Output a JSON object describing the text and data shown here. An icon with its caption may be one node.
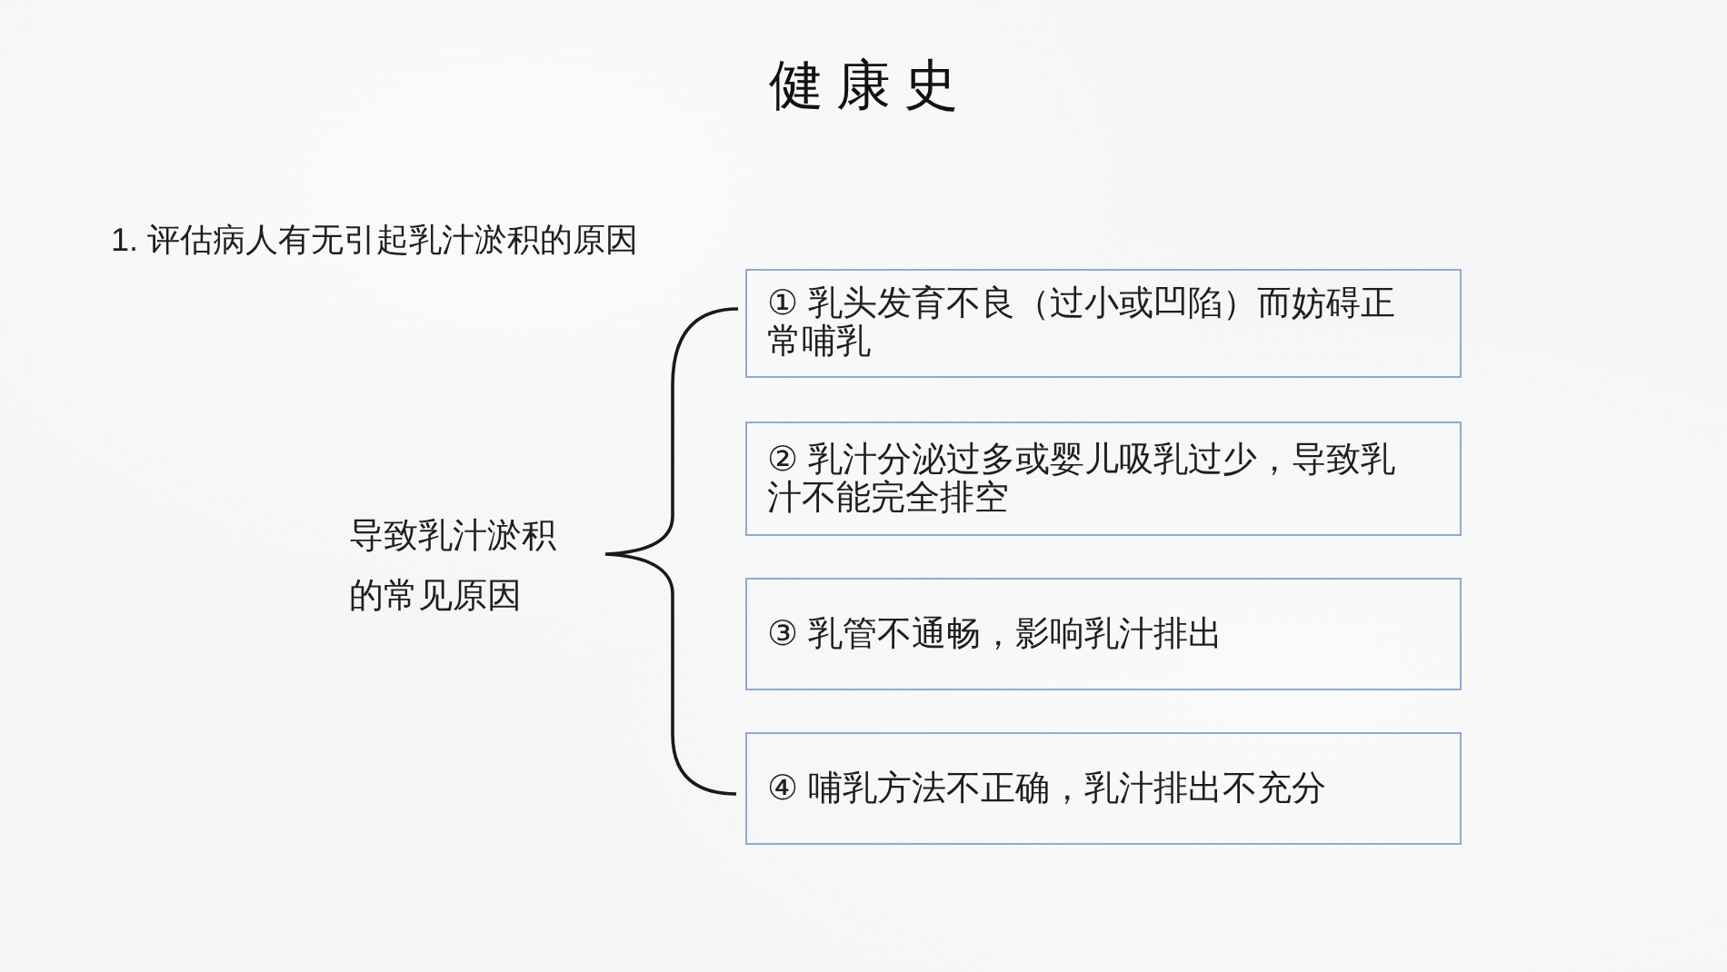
{
  "diagram": {
    "title": "健康史",
    "nodes": [
      {
        "text": [
          "① 乳头发育不良（过小或凹陷）而妨碍正常哺乳"
        ]
      },
      {
        "text": [
          "② 乳汁分泌过多或婴儿吸乳过少，导致乳汁不能完全排空"
        ]
      },
      {
        "text": [
          "③ 乳管不通畅，影响乳汁排出"
        ]
      },
      {
        "text": [
          "④ 哺乳方法不正确，乳汁排出不充分"
        ]
      }
    ],
    "labels": [
      "1. 评估病人有无引起乳汁淤积的原因",
      "导致乳汁淤积的常见原因"
    ]
  }
}
